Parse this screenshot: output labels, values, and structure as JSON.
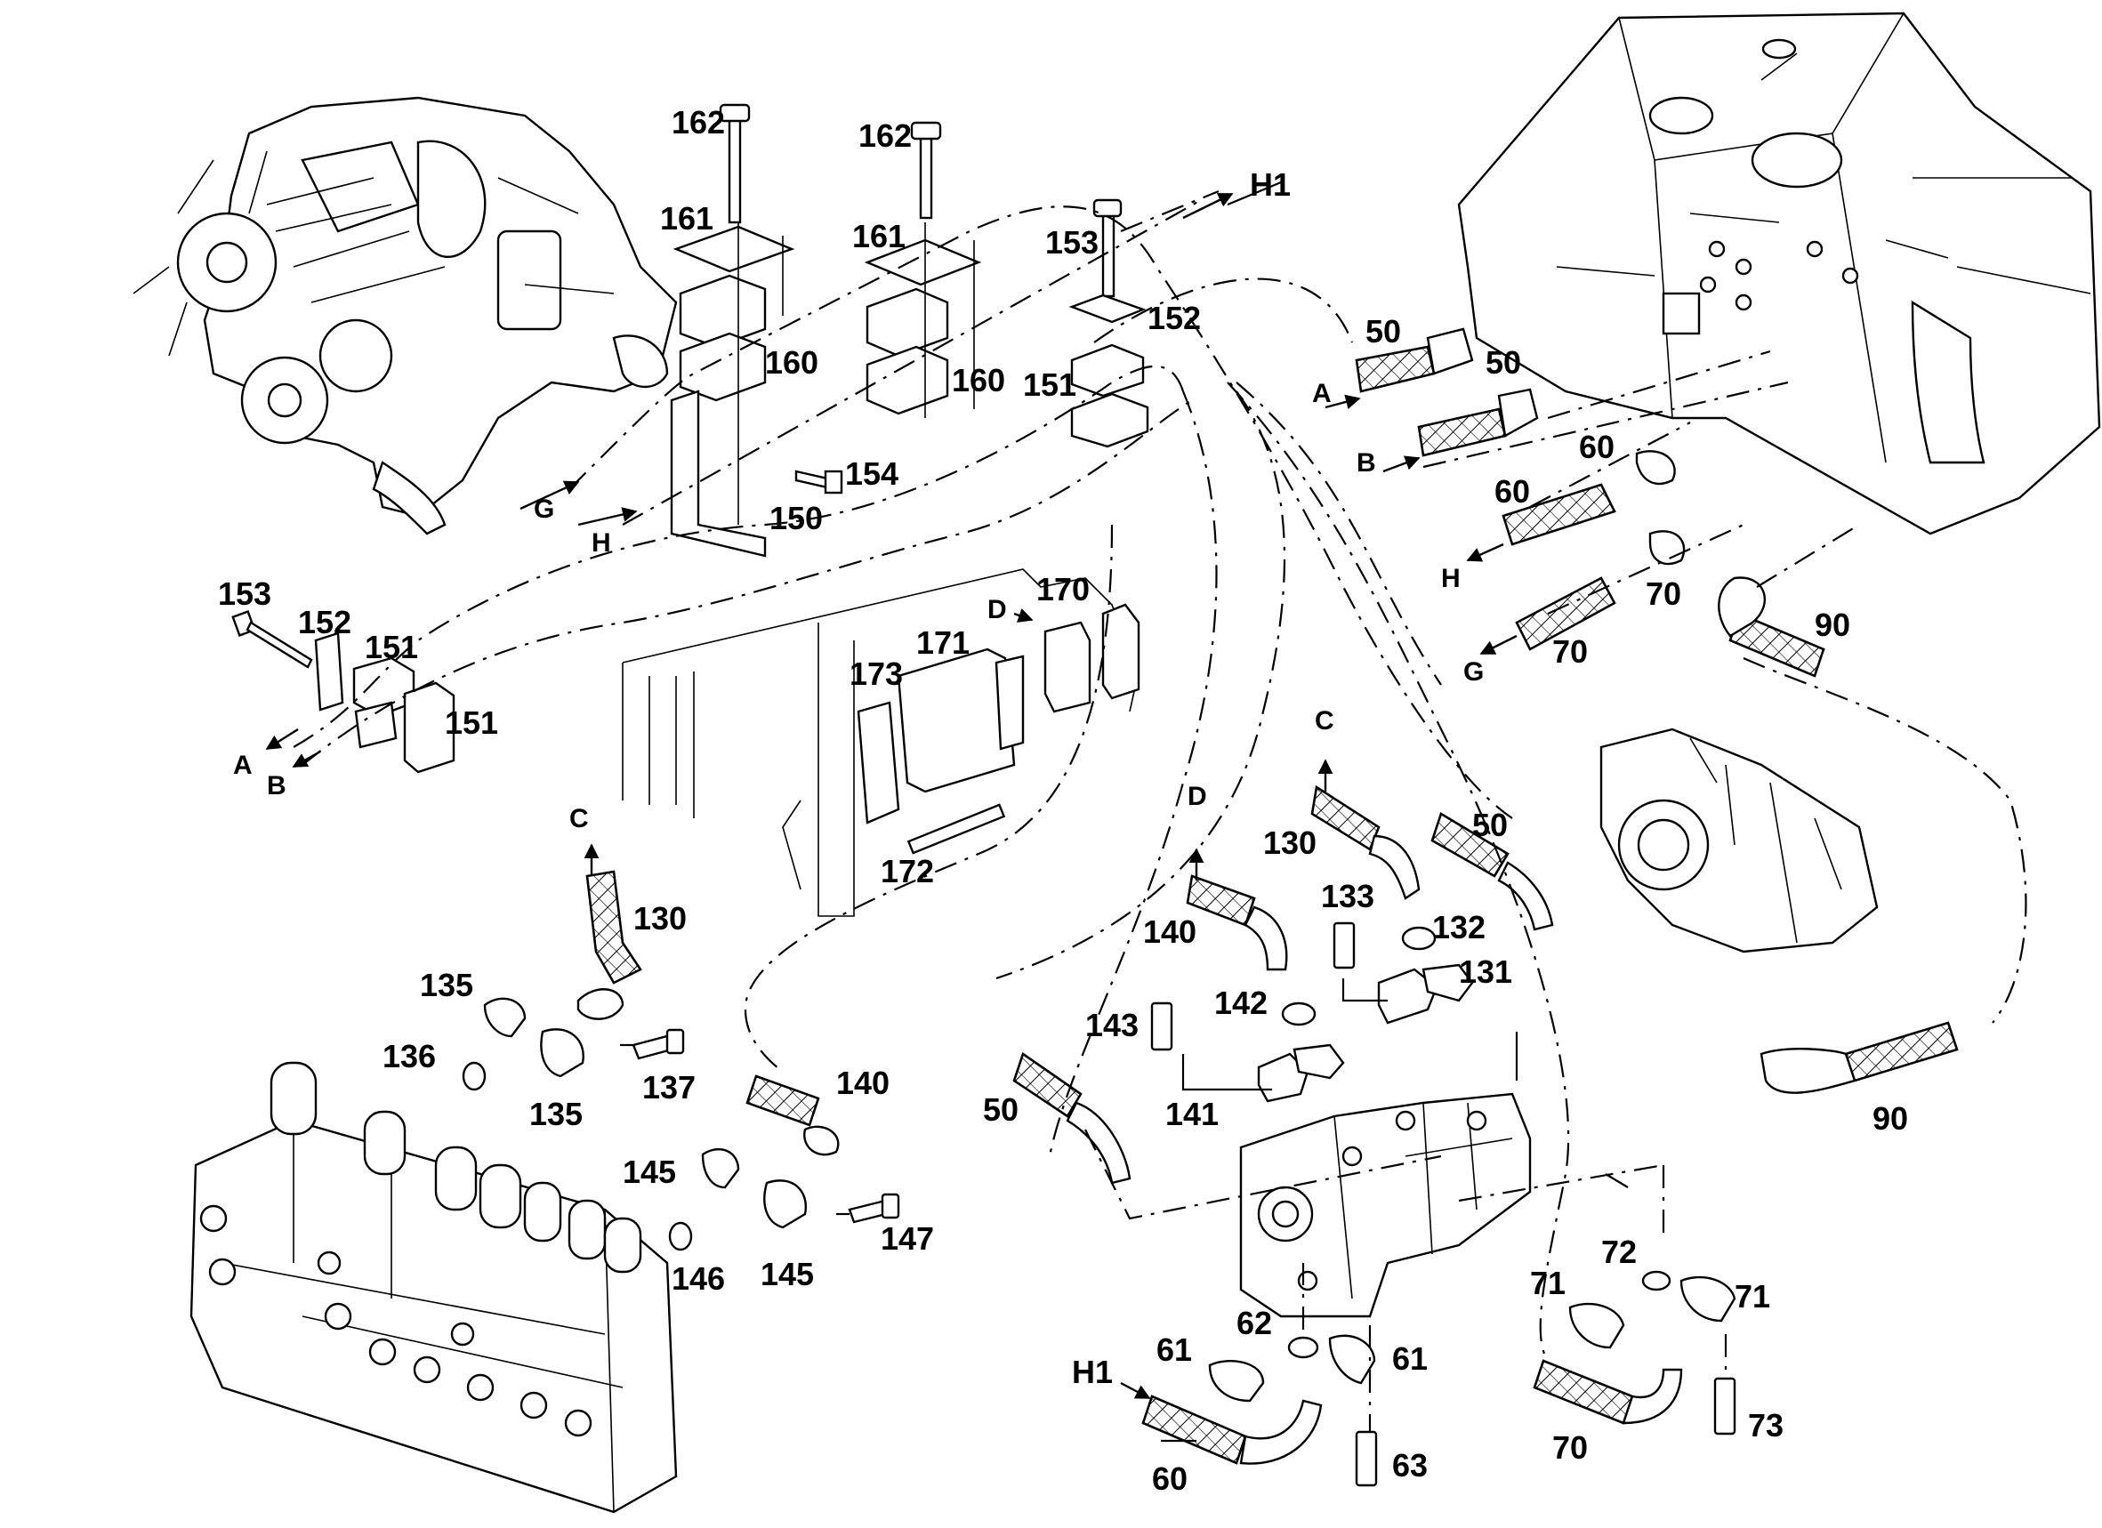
{
  "callouts": [
    {
      "id": "c162a",
      "text": "162"
    },
    {
      "id": "c162b",
      "text": "162"
    },
    {
      "id": "c161a",
      "text": "161"
    },
    {
      "id": "c161b",
      "text": "161"
    },
    {
      "id": "c160a",
      "text": "160"
    },
    {
      "id": "c160b",
      "text": "160"
    },
    {
      "id": "c153a",
      "text": "153"
    },
    {
      "id": "c152a",
      "text": "152"
    },
    {
      "id": "c151a",
      "text": "151"
    },
    {
      "id": "c154",
      "text": "154"
    },
    {
      "id": "c150",
      "text": "150"
    },
    {
      "id": "c153b",
      "text": "153"
    },
    {
      "id": "c152b",
      "text": "152"
    },
    {
      "id": "c151b",
      "text": "151"
    },
    {
      "id": "c151c",
      "text": "151"
    },
    {
      "id": "c170",
      "text": "170"
    },
    {
      "id": "c171",
      "text": "171"
    },
    {
      "id": "c173",
      "text": "173"
    },
    {
      "id": "c172",
      "text": "172"
    },
    {
      "id": "c50a",
      "text": "50"
    },
    {
      "id": "c50b",
      "text": "50"
    },
    {
      "id": "c60a",
      "text": "60"
    },
    {
      "id": "c60b",
      "text": "60"
    },
    {
      "id": "c70a",
      "text": "70"
    },
    {
      "id": "c70b",
      "text": "70"
    },
    {
      "id": "c90a",
      "text": "90"
    },
    {
      "id": "c90b",
      "text": "90"
    },
    {
      "id": "c130a",
      "text": "130"
    },
    {
      "id": "c130b",
      "text": "130"
    },
    {
      "id": "c135a",
      "text": "135"
    },
    {
      "id": "c135b",
      "text": "135"
    },
    {
      "id": "c136",
      "text": "136"
    },
    {
      "id": "c137",
      "text": "137"
    },
    {
      "id": "c140a",
      "text": "140"
    },
    {
      "id": "c140b",
      "text": "140"
    },
    {
      "id": "c145a",
      "text": "145"
    },
    {
      "id": "c145b",
      "text": "145"
    },
    {
      "id": "c146",
      "text": "146"
    },
    {
      "id": "c147",
      "text": "147"
    },
    {
      "id": "c133",
      "text": "133"
    },
    {
      "id": "c132",
      "text": "132"
    },
    {
      "id": "c131",
      "text": "131"
    },
    {
      "id": "c142",
      "text": "142"
    },
    {
      "id": "c143",
      "text": "143"
    },
    {
      "id": "c141",
      "text": "141"
    },
    {
      "id": "c50c",
      "text": "50"
    },
    {
      "id": "c50d",
      "text": "50"
    },
    {
      "id": "c61a",
      "text": "61"
    },
    {
      "id": "c61b",
      "text": "61"
    },
    {
      "id": "c62",
      "text": "62"
    },
    {
      "id": "c63",
      "text": "63"
    },
    {
      "id": "c60c",
      "text": "60"
    },
    {
      "id": "c71a",
      "text": "71"
    },
    {
      "id": "c71b",
      "text": "71"
    },
    {
      "id": "c72",
      "text": "72"
    },
    {
      "id": "c73",
      "text": "73"
    },
    {
      "id": "c70c",
      "text": "70"
    }
  ],
  "connectors": [
    {
      "id": "h1a",
      "text": "H1"
    },
    {
      "id": "h1b",
      "text": "H1"
    },
    {
      "id": "Ga",
      "text": "G"
    },
    {
      "id": "Ha",
      "text": "H"
    },
    {
      "id": "Aa",
      "text": "A"
    },
    {
      "id": "Ba",
      "text": "B"
    },
    {
      "id": "Ab",
      "text": "A"
    },
    {
      "id": "Bb",
      "text": "B"
    },
    {
      "id": "Hb",
      "text": "H"
    },
    {
      "id": "Gb",
      "text": "G"
    },
    {
      "id": "Ca",
      "text": "C"
    },
    {
      "id": "Cb",
      "text": "C"
    },
    {
      "id": "Da",
      "text": "D"
    },
    {
      "id": "Db",
      "text": "D"
    }
  ]
}
